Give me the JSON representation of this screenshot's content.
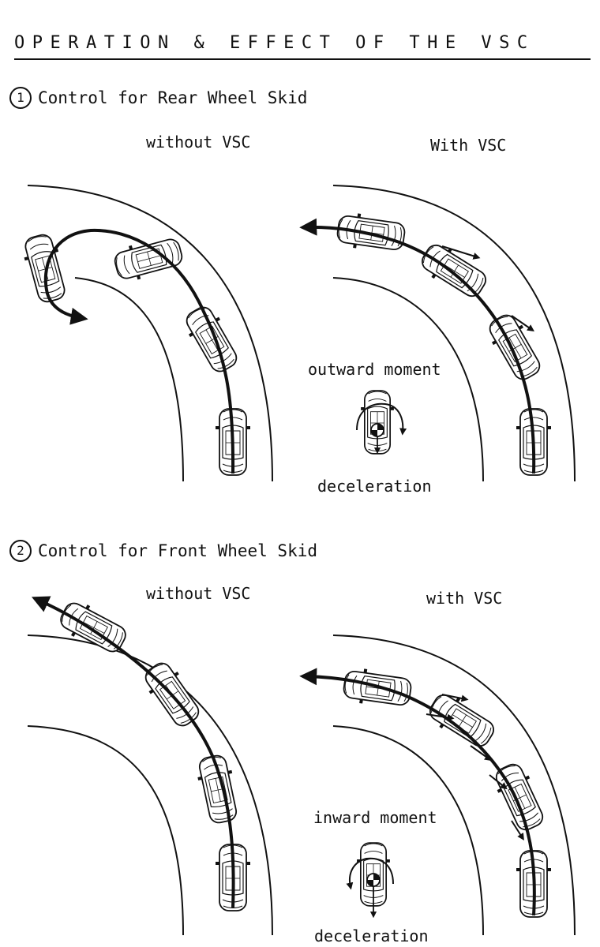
{
  "title": "OPERATION & EFFECT OF THE VSC",
  "section1": {
    "number": "1",
    "title": "Control for Rear Wheel Skid",
    "left_label": "without VSC",
    "right_label": "With VSC",
    "moment_label": "outward moment",
    "decel_label": "deceleration"
  },
  "section2": {
    "number": "2",
    "title": "Control for Front Wheel Skid",
    "left_label": "without VSC",
    "right_label": "with VSC",
    "moment_label": "inward moment",
    "decel_label": "deceleration"
  },
  "colors": {
    "ink": "#111111",
    "paper": "#ffffff"
  },
  "icons": [
    "car-topview-icon",
    "trajectory-arrow-icon",
    "yaw-moment-icon",
    "circled-number-icon"
  ]
}
